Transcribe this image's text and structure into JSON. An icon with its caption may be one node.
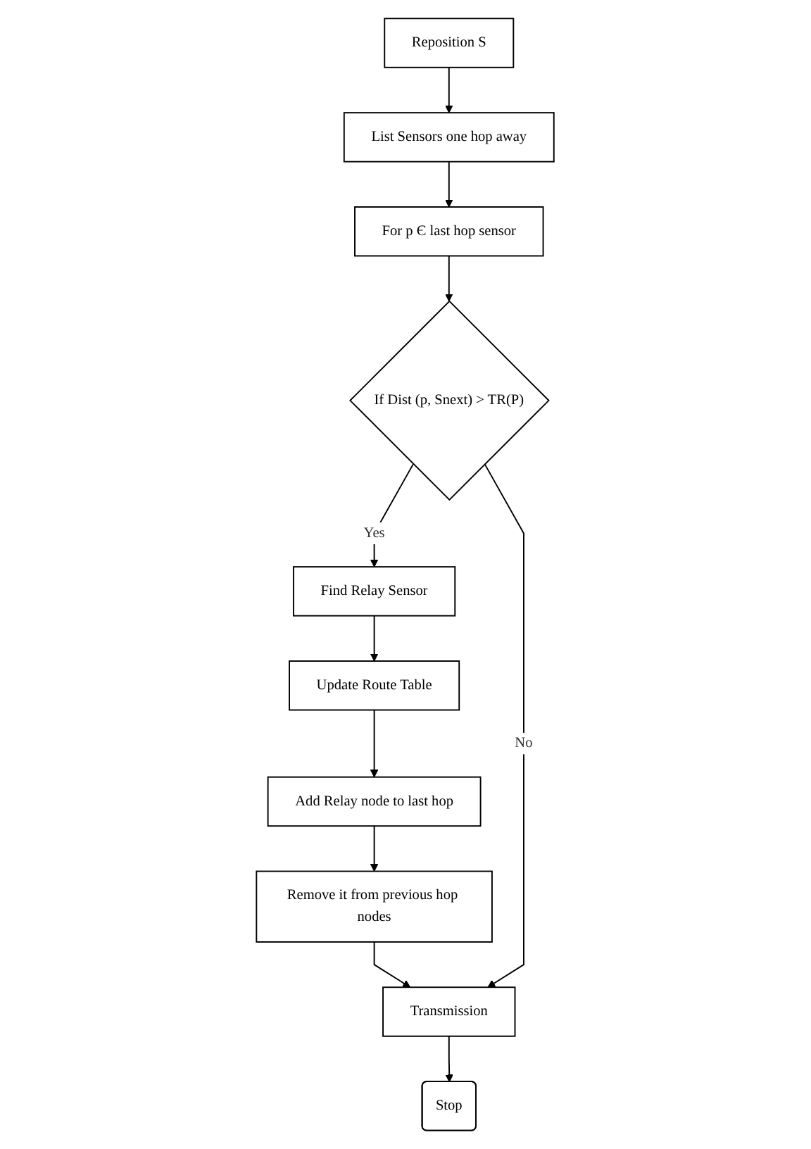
{
  "diagram": {
    "nodes": [
      {
        "text": [
          "Reposition S"
        ]
      },
      {
        "text": [
          "List Sensors one hop away"
        ]
      },
      {
        "text": [
          "For p Є last hop sensor"
        ]
      },
      {
        "text": [
          "If Dist (p, Snext) > TR(P)"
        ]
      },
      {
        "text": [
          "Find Relay Sensor"
        ]
      },
      {
        "text": [
          "Update Route Table"
        ]
      },
      {
        "text": [
          "Add Relay node to last hop"
        ]
      },
      {
        "text": [
          "Remove it from previous hop nodes"
        ]
      },
      {
        "text": [
          "Transmission"
        ]
      },
      {
        "text": [
          "Stop"
        ]
      }
    ],
    "edges": [
      {
        "from": 0,
        "to": 1,
        "arrow": "to"
      },
      {
        "from": 1,
        "to": 2,
        "arrow": "to"
      },
      {
        "from": 2,
        "to": 3,
        "arrow": "to"
      },
      {
        "from": 3,
        "to": 4,
        "arrow": "to",
        "label": "Yes"
      },
      {
        "from": 4,
        "to": 5,
        "arrow": "to"
      },
      {
        "from": 5,
        "to": 6,
        "arrow": "to"
      },
      {
        "from": 6,
        "to": 7,
        "arrow": "to"
      },
      {
        "from": 7,
        "to": 8,
        "arrow": "to"
      },
      {
        "from": 3,
        "to": 8,
        "arrow": "to",
        "label": "No"
      },
      {
        "from": 8,
        "to": 9,
        "arrow": "to"
      }
    ]
  }
}
